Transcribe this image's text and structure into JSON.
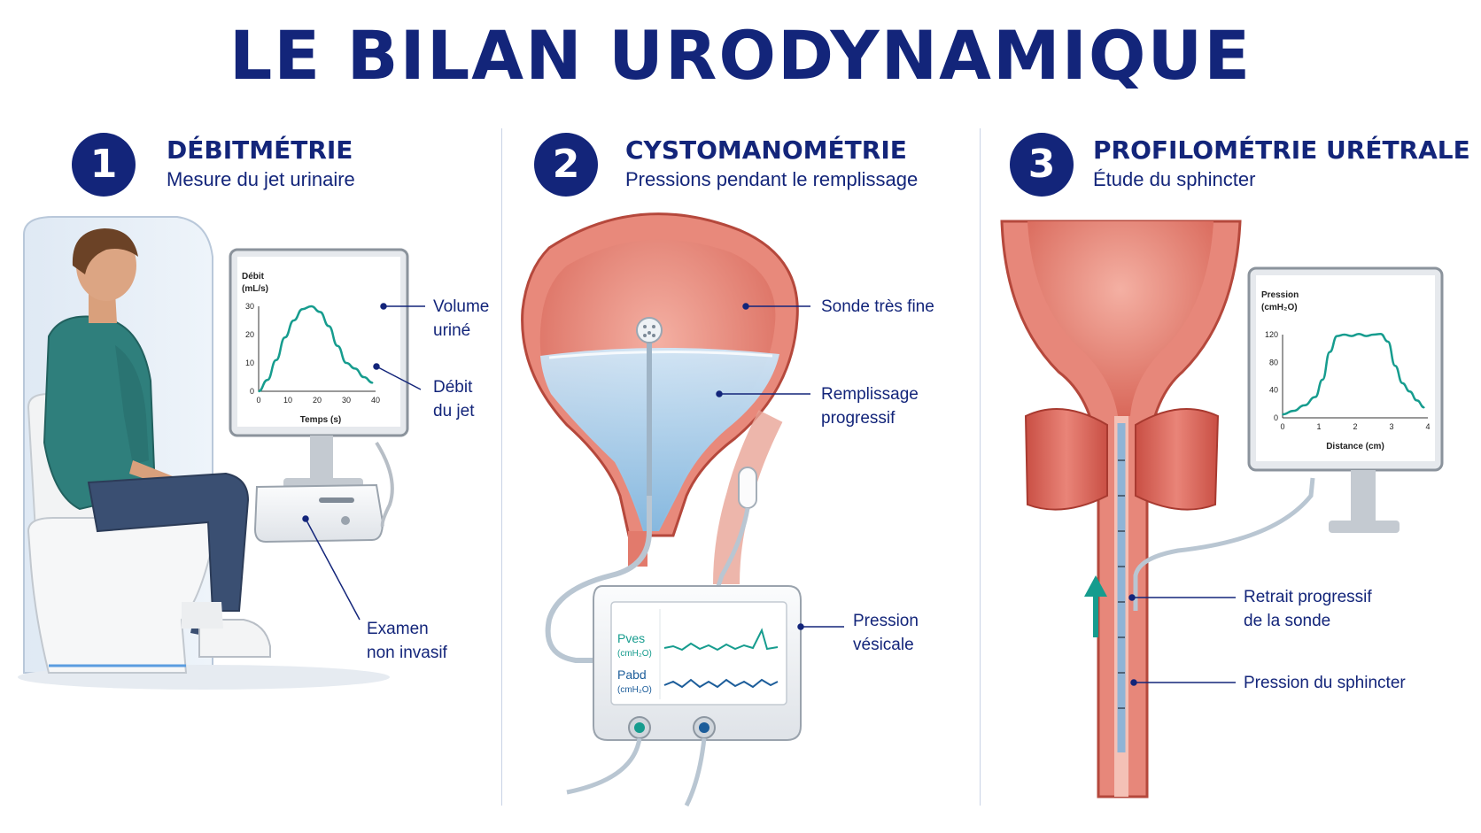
{
  "title": "LE BILAN URODYNAMIQUE",
  "sections": [
    {
      "number": "1",
      "heading": "DÉBITMÉTRIE",
      "subtitle": "Mesure du jet urinaire",
      "labels": {
        "volume_l1": "Volume",
        "volume_l2": "uriné",
        "debit_l1": "Débit",
        "debit_l2": "du jet",
        "examen_l1": "Examen",
        "examen_l2": "non invasif"
      },
      "monitor": {
        "ylabel_1": "Débit",
        "ylabel_2": "(mL/s)",
        "xlabel": "Temps (s)"
      }
    },
    {
      "number": "2",
      "heading": "CYSTOMANOMÉTRIE",
      "subtitle": "Pressions pendant le remplissage",
      "labels": {
        "sonde": "Sonde très fine",
        "remplissage_l1": "Remplissage",
        "remplissage_l2": "progressif",
        "pression_l1": "Pression",
        "pression_l2": "vésicale"
      },
      "device": {
        "pves": "Pves",
        "pabd": "Pabd",
        "unit": "(cmH₂O)"
      }
    },
    {
      "number": "3",
      "heading": "PROFILOMÉTRIE URÉTRALE",
      "subtitle": "Étude du sphincter",
      "labels": {
        "retrait_l1": "Retrait progressif",
        "retrait_l2": "de la sonde",
        "sphincter": "Pression du sphincter"
      },
      "monitor": {
        "ylabel_1": "Pression",
        "ylabel_2": "(cmH₂O)",
        "xlabel": "Distance (cm)"
      }
    }
  ],
  "chart_data": [
    {
      "type": "line",
      "xlabel": "Temps (s)",
      "ylabel": "Débit (mL/s)",
      "xlim": [
        0,
        40
      ],
      "ylim": [
        0,
        30
      ],
      "x_ticks": [
        "0",
        "10",
        "20",
        "30",
        "40"
      ],
      "y_ticks": [
        "0",
        "10",
        "20",
        "30"
      ],
      "series": [
        {
          "x": [
            0,
            3,
            6,
            9,
            12,
            15,
            18,
            21,
            24,
            27,
            30,
            33,
            36,
            39
          ],
          "y": [
            0,
            4,
            11,
            19,
            25,
            29,
            30,
            28,
            23,
            16,
            10,
            8,
            5,
            3
          ]
        }
      ]
    },
    {
      "type": "line",
      "xlabel": "Distance (cm)",
      "ylabel": "Pression (cmH₂O)",
      "xlim": [
        0,
        4
      ],
      "ylim": [
        0,
        120
      ],
      "x_ticks": [
        "0",
        "1",
        "2",
        "3",
        "4"
      ],
      "y_ticks": [
        "0",
        "40",
        "80",
        "120"
      ],
      "series": [
        {
          "x": [
            0,
            0.3,
            0.6,
            0.9,
            1.1,
            1.3,
            1.5,
            1.7,
            1.9,
            2.1,
            2.3,
            2.5,
            2.7,
            2.9,
            3.1,
            3.3,
            3.5,
            3.7,
            3.9
          ],
          "y": [
            5,
            10,
            18,
            30,
            55,
            95,
            118,
            120,
            118,
            121,
            118,
            120,
            121,
            110,
            75,
            50,
            38,
            25,
            15
          ]
        }
      ]
    }
  ],
  "colors": {
    "navy": "#13257a",
    "teal": "#169c8e",
    "water": "#8fc8ee",
    "tissue": "#e27a6c"
  }
}
